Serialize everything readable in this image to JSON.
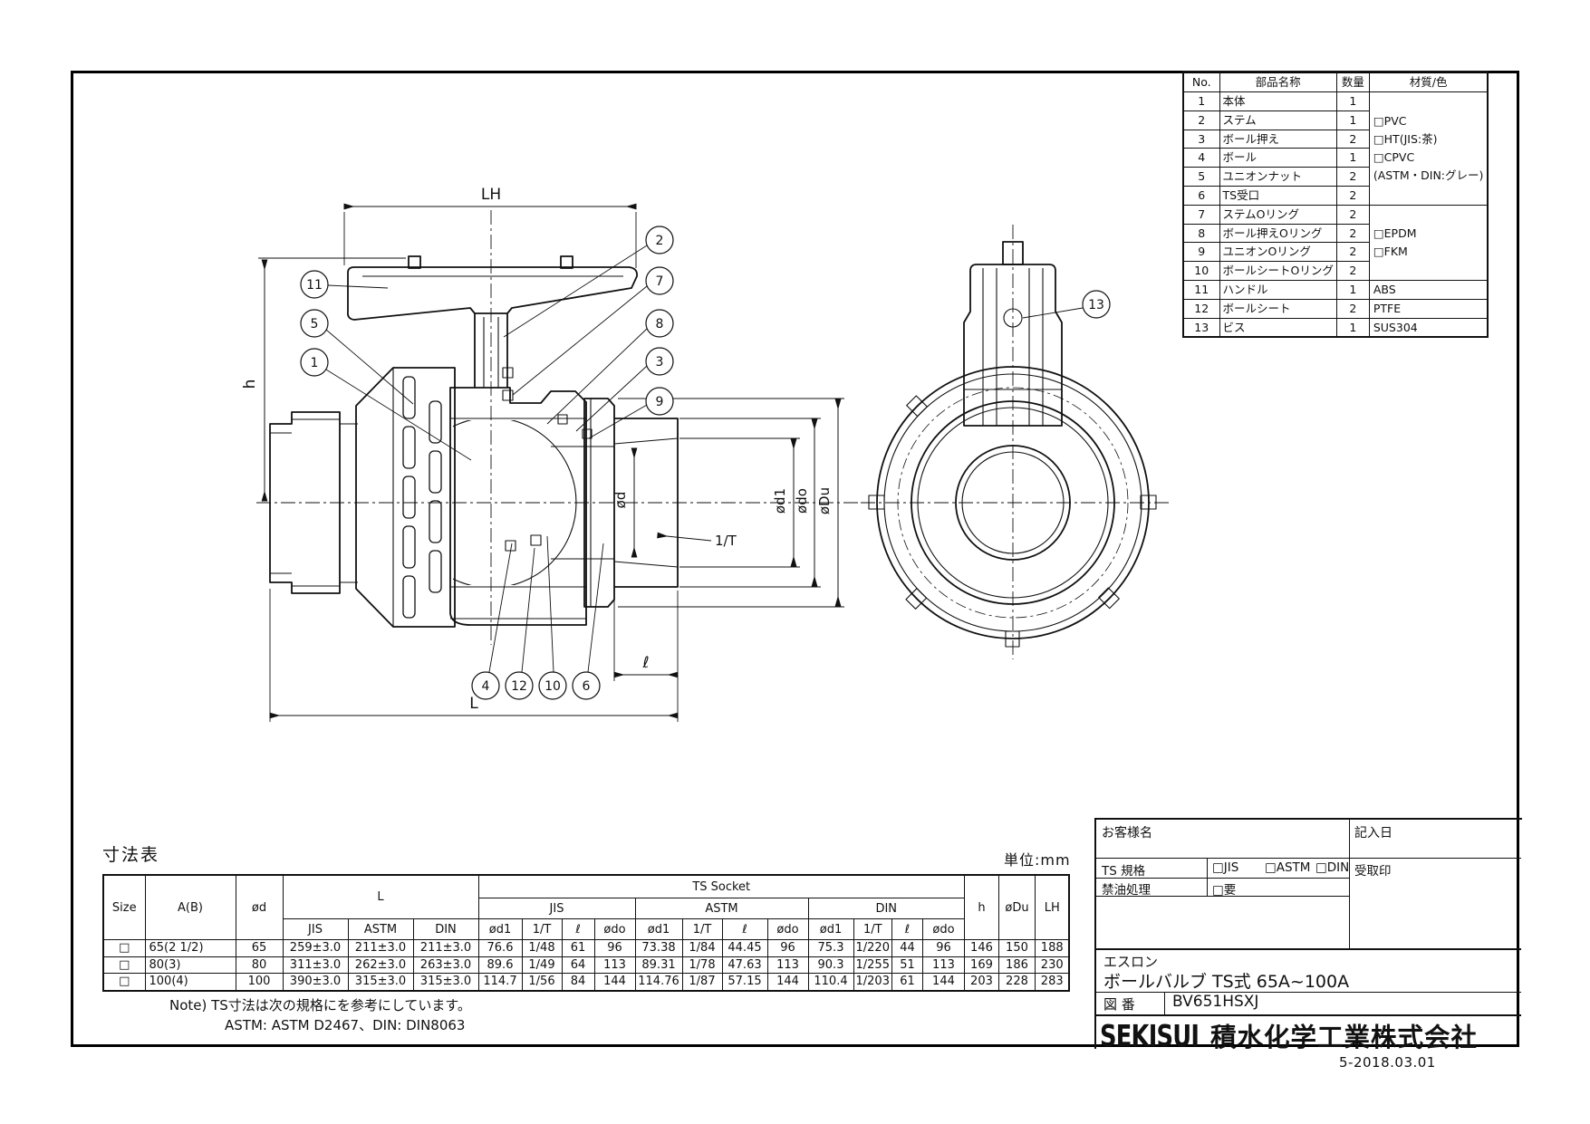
{
  "drawing": {
    "dims": {
      "lh": "LH",
      "h": "h",
      "od": "ød",
      "od1": "ød1",
      "odo": "ødo",
      "odu": "øDu",
      "taper": "1/T",
      "ell": "ℓ",
      "length": "L"
    },
    "balloons": [
      "11",
      "5",
      "1",
      "2",
      "7",
      "8",
      "3",
      "9",
      "4",
      "12",
      "10",
      "6",
      "13"
    ]
  },
  "parts_table": {
    "headers": [
      "No.",
      "部品名称",
      "数量",
      "材質/色"
    ],
    "rows": [
      [
        "1",
        "本体",
        "1"
      ],
      [
        "2",
        "ステム",
        "1"
      ],
      [
        "3",
        "ボール押え",
        "2"
      ],
      [
        "4",
        "ボール",
        "1"
      ],
      [
        "5",
        "ユニオンナット",
        "2"
      ],
      [
        "6",
        "TS受口",
        "2"
      ],
      [
        "7",
        "ステムOリング",
        "2"
      ],
      [
        "8",
        "ボール押えOリング",
        "2"
      ],
      [
        "9",
        "ユニオンOリング",
        "2"
      ],
      [
        "10",
        "ボールシートOリング",
        "2"
      ],
      [
        "11",
        "ハンドル",
        "1"
      ],
      [
        "12",
        "ボールシート",
        "2"
      ],
      [
        "13",
        "ビス",
        "1"
      ]
    ],
    "materials": [
      {
        "span": 6,
        "lines": [
          "□PVC",
          "□HT(JIS:茶)",
          "□CPVC",
          "(ASTM・DIN:グレー)"
        ]
      },
      {
        "span": 4,
        "lines": [
          "□EPDM",
          "□FKM"
        ]
      },
      {
        "span": 1,
        "lines": [
          "ABS"
        ]
      },
      {
        "span": 1,
        "lines": [
          "PTFE"
        ]
      },
      {
        "span": 1,
        "lines": [
          "SUS304"
        ]
      }
    ]
  },
  "dim_table": {
    "title": "寸法表",
    "unit": "単位:mm",
    "checkbox": "□",
    "h_size": "Size",
    "h_ab": "A(B)",
    "h_od": "ød",
    "h_L": "L",
    "h_ts": "TS Socket",
    "h_jis": "JIS",
    "h_astm": "ASTM",
    "h_din": "DIN",
    "h_od1": "ød1",
    "h_taper": "1/T",
    "h_ell": "ℓ",
    "h_odo": "ødo",
    "h_h": "h",
    "h_odu": "øDu",
    "h_lh": "LH",
    "rows": [
      [
        "65(2 1/2)",
        "65",
        "259±3.0",
        "211±3.0",
        "211±3.0",
        "76.6",
        "1/48",
        "61",
        "96",
        "73.38",
        "1/84",
        "44.45",
        "96",
        "75.3",
        "1/220",
        "44",
        "96",
        "146",
        "150",
        "188"
      ],
      [
        "80(3)",
        "80",
        "311±3.0",
        "262±3.0",
        "263±3.0",
        "89.6",
        "1/49",
        "64",
        "113",
        "89.31",
        "1/78",
        "47.63",
        "113",
        "90.3",
        "1/255",
        "51",
        "113",
        "169",
        "186",
        "230"
      ],
      [
        "100(4)",
        "100",
        "390±3.0",
        "315±3.0",
        "315±3.0",
        "114.7",
        "1/56",
        "84",
        "144",
        "114.76",
        "1/87",
        "57.15",
        "144",
        "110.4",
        "1/203",
        "61",
        "144",
        "203",
        "228",
        "283"
      ]
    ]
  },
  "notes": {
    "line1": "Note) TS寸法は次の規格にを参考にしています。",
    "line2": "ASTM: ASTM D2467、DIN: DIN8063"
  },
  "title_block": {
    "customer_label": "お客様名",
    "date_label": "記入日",
    "ts_label": "TS 規格",
    "ts_opt_jis": "□JIS",
    "ts_opt_astm": "□ASTM",
    "ts_opt_din": "□DIN",
    "oil_label": "禁油処理",
    "oil_option": "□要",
    "receipt_label": "受取印",
    "product_line1": "エスロン",
    "product_line2": "ボールバルブ TS式 65A~100A",
    "zuban_label": "図 番",
    "zuban_value": "BV651HSXJ",
    "company_logo": "SEKISUI",
    "company_name": "積水化学工業株式会社"
  },
  "footer": {
    "date": "5-2018.03.01"
  }
}
